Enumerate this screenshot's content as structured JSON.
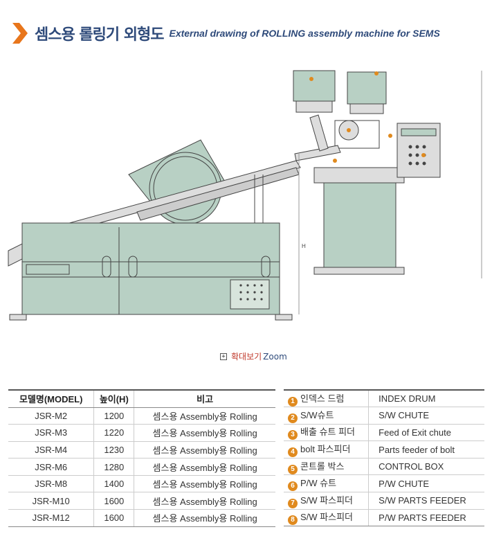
{
  "header": {
    "title_ko": "셈스용 롤링기 외형도",
    "title_en": "External drawing of ROLLING assembly machine for SEMS",
    "accent_color": "#e8761c"
  },
  "drawing": {
    "dimension_label": "H",
    "machine_color": "#b8d0c4"
  },
  "zoom": {
    "label_ko": "확대보기",
    "label_en": "Zoom",
    "icon": "+"
  },
  "model_table": {
    "headers": [
      "모델명(MODEL)",
      "높이(H)",
      "비고"
    ],
    "rows": [
      [
        "JSR-M2",
        "1200",
        "셈스용 Assembly용 Rolling"
      ],
      [
        "JSR-M3",
        "1220",
        "셈스용 Assembly용 Rolling"
      ],
      [
        "JSR-M4",
        "1230",
        "셈스용 Assembly용 Rolling"
      ],
      [
        "JSR-M6",
        "1280",
        "셈스용 Assembly용 Rolling"
      ],
      [
        "JSR-M8",
        "1400",
        "셈스용 Assembly용 Rolling"
      ],
      [
        "JSR-M10",
        "1600",
        "셈스용 Assembly용 Rolling"
      ],
      [
        "JSR-M12",
        "1600",
        "셈스용 Assembly용 Rolling"
      ]
    ]
  },
  "parts_table": {
    "rows": [
      {
        "num": "1",
        "ko": "인덱스 드럼",
        "en": "INDEX DRUM"
      },
      {
        "num": "2",
        "ko": "S/W슈트",
        "en": "S/W CHUTE"
      },
      {
        "num": "3",
        "ko": "배출 슈트 피더",
        "en": "Feed of Exit chute"
      },
      {
        "num": "4",
        "ko": "bolt 파스피더",
        "en": "Parts feeder of bolt"
      },
      {
        "num": "5",
        "ko": "콘트롤 박스",
        "en": "CONTROL BOX"
      },
      {
        "num": "6",
        "ko": "P/W 슈트",
        "en": "P/W CHUTE"
      },
      {
        "num": "7",
        "ko": "S/W 파스피더",
        "en": "S/W PARTS FEEDER"
      },
      {
        "num": "8",
        "ko": "S/W 파스피더",
        "en": "P/W PARTS FEEDER"
      }
    ]
  }
}
